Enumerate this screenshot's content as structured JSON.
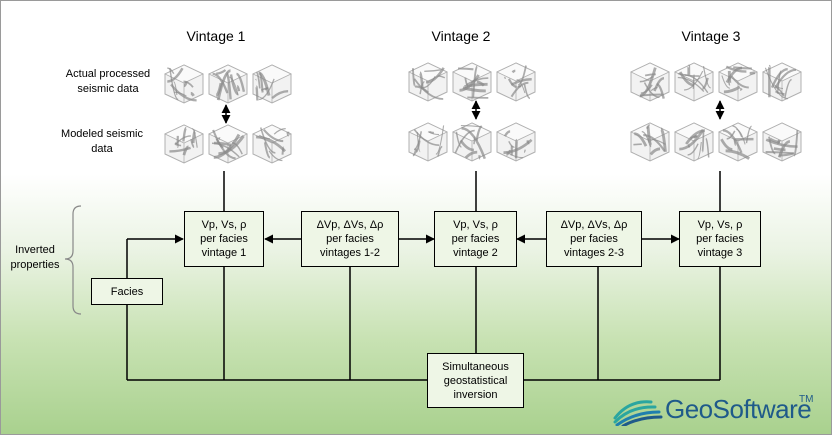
{
  "vintages": [
    "Vintage 1",
    "Vintage 2",
    "Vintage 3"
  ],
  "row_labels": {
    "actual": "Actual processed\nseismic data",
    "modeled": "Modeled seismic\ndata",
    "inverted": "Inverted\nproperties"
  },
  "boxes": {
    "v1": "Vp, Vs, ρ\nper facies\nvintage 1",
    "d12": "ΔVp, ΔVs, Δρ\nper facies\nvintages 1-2",
    "v2": "Vp, Vs, ρ\nper facies\nvintage 2",
    "d23": "ΔVp, ΔVs, Δρ\nper facies\nvintages 2-3",
    "v3": "Vp, Vs, ρ\nper facies\nvintage 3",
    "facies": "Facies",
    "inversion": "Simultaneous\ngeostatistical\ninversion"
  },
  "logo": {
    "text": "GeoSoftware",
    "trademark": "TM",
    "icon": "geosoftware-wave-icon"
  },
  "colors": {
    "cube_light": "#f2f2f2",
    "cube_dark": "#8a8a8a",
    "logo_blue": "#1f5a8a",
    "logo_teal": "#2aa6a0"
  }
}
